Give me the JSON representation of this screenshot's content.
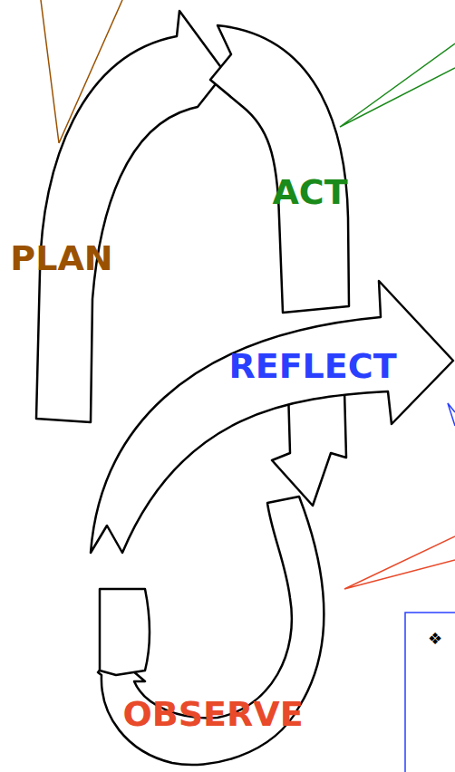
{
  "diagram": {
    "labels": [
      "PLAN",
      "ACT",
      "REFLECT",
      "OBSERVE",
      "❖"
    ]
  }
}
